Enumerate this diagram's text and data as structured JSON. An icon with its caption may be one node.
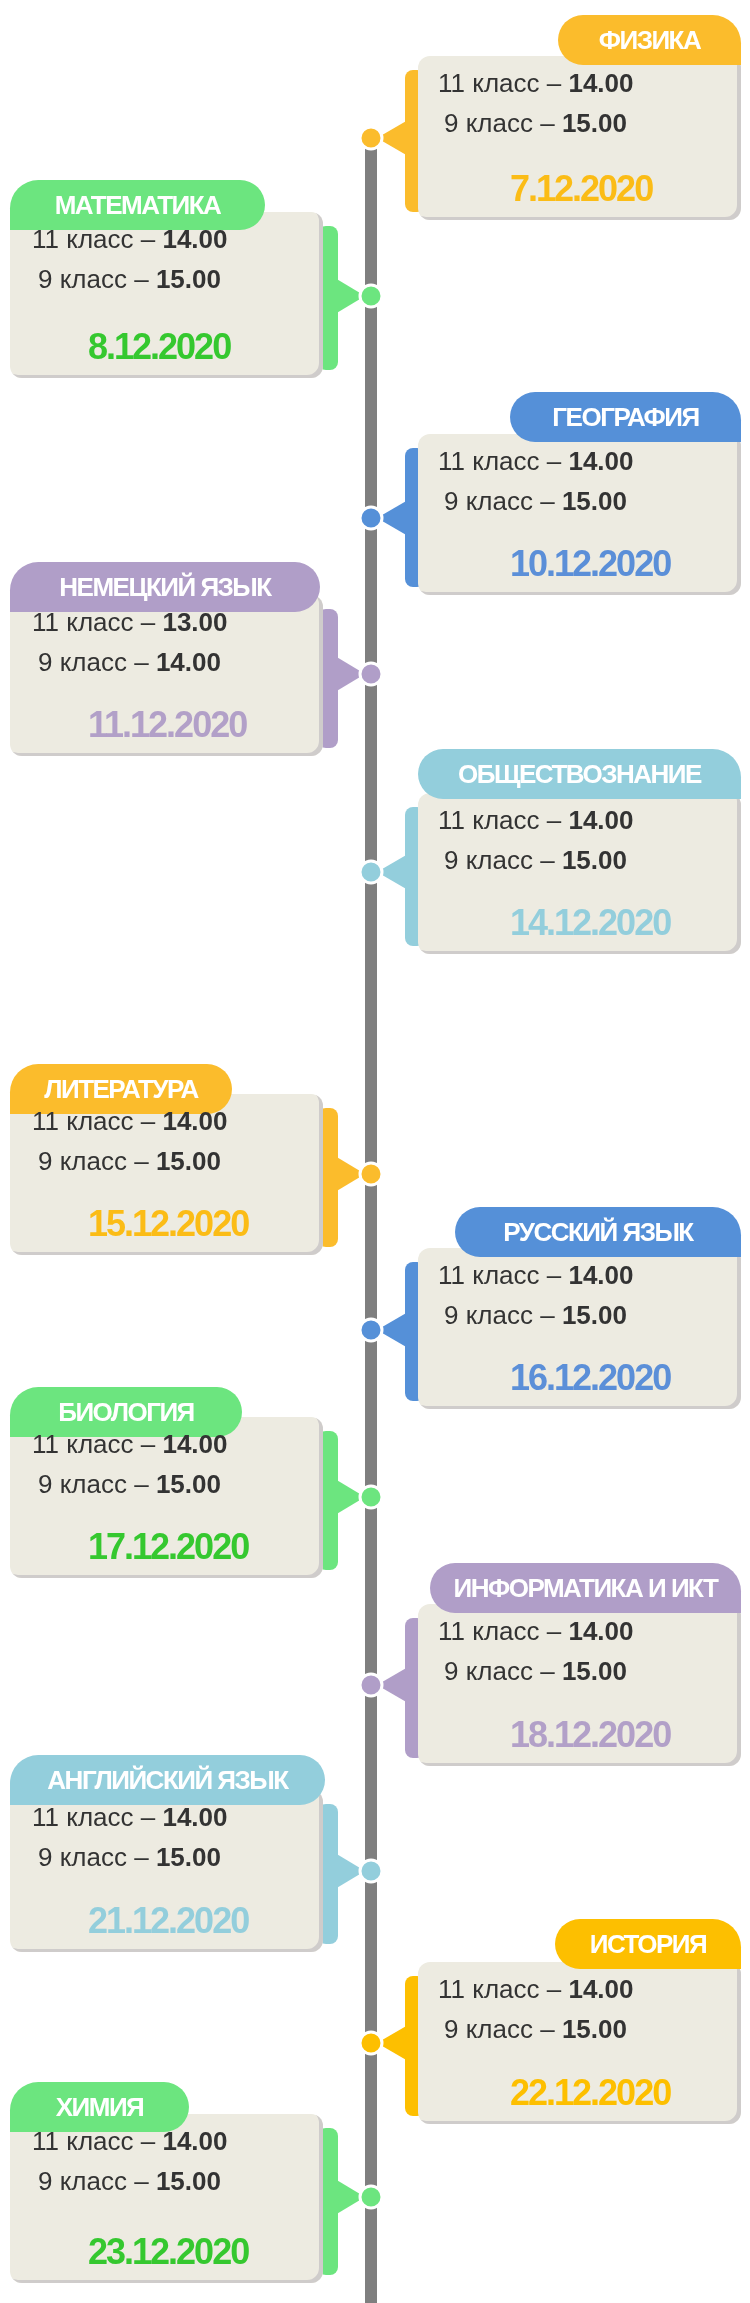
{
  "diagram": {
    "nodes": [
      {
        "text": [
          "ФИЗИКА",
          "11 класс – **14.00**",
          "9 класс – **15.00**",
          "7.12.2020"
        ]
      },
      {
        "text": [
          "МАТЕМАТИКА",
          "11 класс – **14.00**",
          "9 класс – **15.00**",
          "8.12.2020"
        ]
      },
      {
        "text": [
          "ГЕОГРАФИЯ",
          "11 класс – **14.00**",
          "9 класс – **15.00**",
          "10.12.2020"
        ]
      },
      {
        "text": [
          "НЕМЕЦКИЙ ЯЗЫК",
          "11 класс – **13.00**",
          "9 класс – **14.00**",
          "11.12.2020"
        ]
      },
      {
        "text": [
          "ОБЩЕСТВОЗНАНИЕ",
          "11 класс – **14.00**",
          "9 класс – **15.00**",
          "14.12.2020"
        ]
      },
      {
        "text": [
          "ЛИТЕРАТУРА",
          "11 класс – **14.00**",
          "9 класс – **15.00**",
          "15.12.2020"
        ]
      },
      {
        "text": [
          "РУССКИЙ ЯЗЫК",
          "11 класс – **14.00**",
          "9 класс – **15.00**",
          "16.12.2020"
        ]
      },
      {
        "text": [
          "БИОЛОГИЯ",
          "11 класс – **14.00**",
          "9 класс – **15.00**",
          "17.12.2020"
        ]
      },
      {
        "text": [
          "ИНФОРМАТИКА И ИКТ",
          "11 класс – **14.00**",
          "9 класс – **15.00**",
          "18.12.2020"
        ]
      },
      {
        "text": [
          "АНГЛИЙСКИЙ ЯЗЫК",
          "11 класс – **14.00**",
          "9 класс – **15.00**",
          "21.12.2020"
        ]
      },
      {
        "text": [
          "ИСТОРИЯ",
          "11 класс – **14.00**",
          "9 класс – **15.00**",
          "22.12.2020"
        ]
      },
      {
        "text": [
          "ХИМИЯ",
          "11 класс – **14.00**",
          "9 класс – **15.00**",
          "23.12.2020"
        ]
      }
    ]
  }
}
